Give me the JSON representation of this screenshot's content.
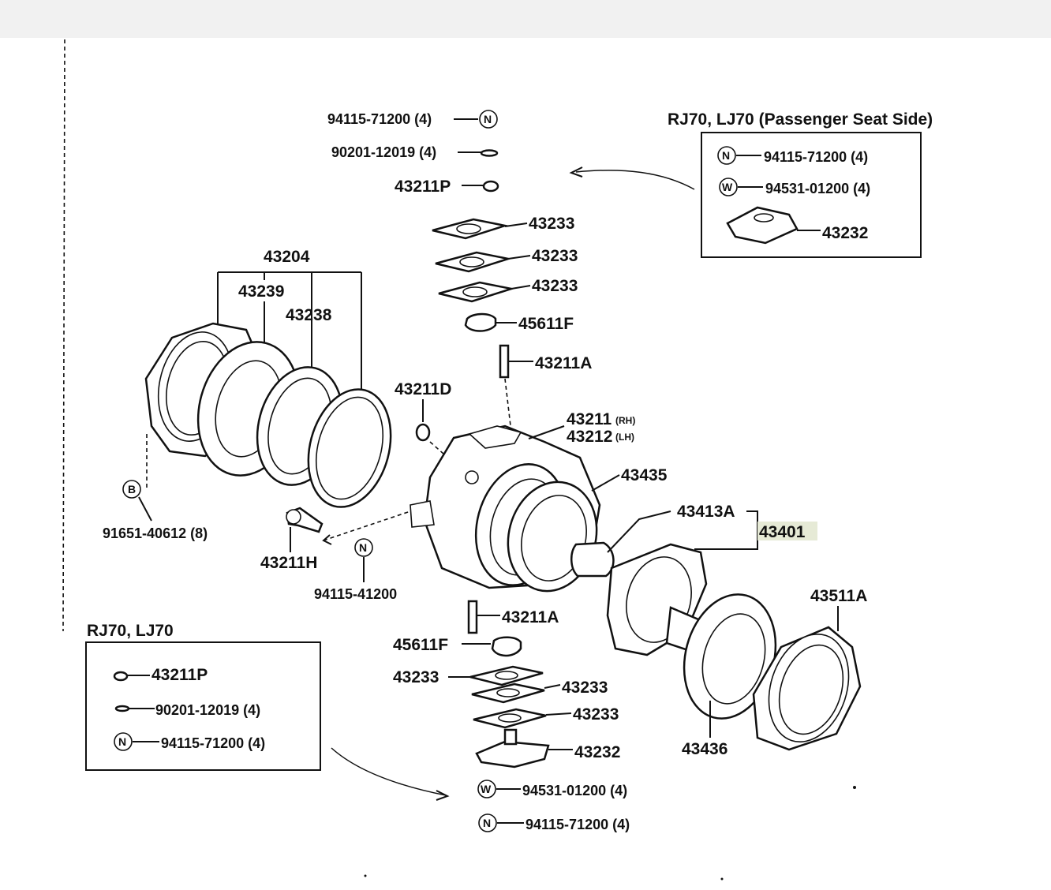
{
  "title_box_top_right": "RJ70, LJ70 (Passenger Seat Side)",
  "title_box_bottom_left": "RJ70, LJ70",
  "symbols": {
    "n": "N",
    "w": "W",
    "b": "B"
  },
  "labels": {
    "p94115_71200_4": "94115-71200 (4)",
    "p90201_12019_4": "90201-12019 (4)",
    "p43211P": "43211P",
    "p43233": "43233",
    "p45611F": "45611F",
    "p43211A": "43211A",
    "p43204": "43204",
    "p43239": "43239",
    "p43238": "43238",
    "p43211D": "43211D",
    "p43211": "43211",
    "rh": "(RH)",
    "p43212": "43212",
    "lh": "(LH)",
    "p43435": "43435",
    "p43413A": "43413A",
    "p43401": "43401",
    "p91651_40612_8": "91651-40612 (8)",
    "p43211H": "43211H",
    "p94115_41200": "94115-41200",
    "p43511A": "43511A",
    "p43436": "43436",
    "p43232": "43232",
    "p94531_01200_4": "94531-01200 (4)"
  }
}
